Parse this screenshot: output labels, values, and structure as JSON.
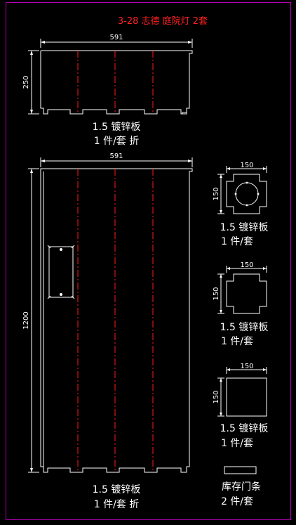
{
  "title": "3-28 志德 庭院灯 2套",
  "top_panel": {
    "width_dim": "591",
    "height_dim": "250",
    "label_line1": "1.5 镀锌板",
    "label_line2": "1 件/套 折"
  },
  "main_panel": {
    "width_dim": "591",
    "height_dim": "1200",
    "label_line1": "1.5 镀锌板",
    "label_line2": "1 件/套 折"
  },
  "square_parts": [
    {
      "width_dim": "150",
      "height_dim": "150",
      "label_line1": "1.5 镀锌板",
      "label_line2": "1 件/套"
    },
    {
      "width_dim": "150",
      "height_dim": "150",
      "label_line1": "1.5 镀锌板",
      "label_line2": "1 件/套"
    },
    {
      "width_dim": "150",
      "height_dim": "150",
      "label_line1": "1.5 镀锌板",
      "label_line2": "1 件/套"
    }
  ],
  "door_strip": {
    "label_line1": "库存门条",
    "label_line2": "2 件/套"
  },
  "colors": {
    "background": "#000000",
    "outline": "#ffffff",
    "fold_line": "#ff1a1a",
    "title": "#ff2020",
    "frame": "#b000b0"
  }
}
